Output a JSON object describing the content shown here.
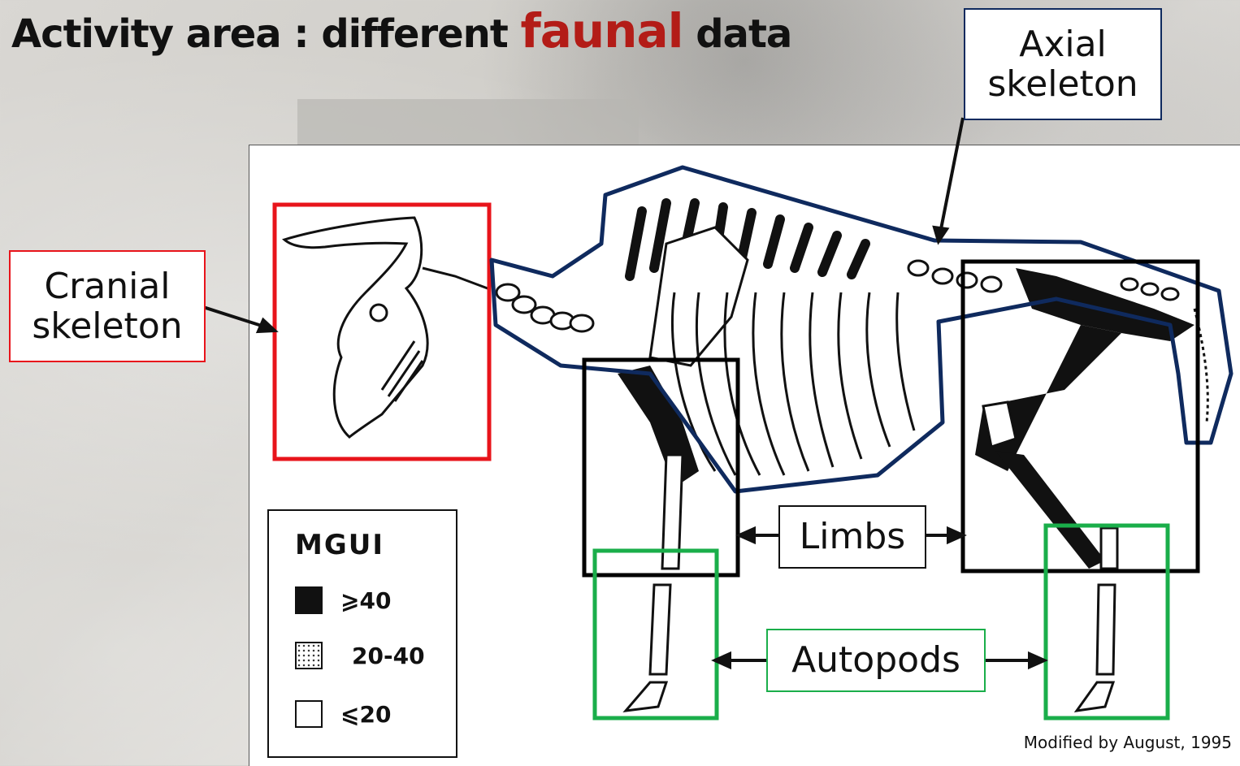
{
  "slide": {
    "title_before": "Activity area : different ",
    "title_highlight": "faunal",
    "title_after": " data",
    "highlight_color": "#b31c17"
  },
  "labels": {
    "axial": "Axial skeleton",
    "cranial": "Cranial skeleton",
    "limbs": "Limbs",
    "autopods": "Autopods"
  },
  "legend": {
    "title": "MGUI",
    "items": [
      {
        "symbol": "solid",
        "text": "⩾40"
      },
      {
        "symbol": "dotted",
        "text": "20-40"
      },
      {
        "symbol": "empty",
        "text": "⩽20"
      }
    ]
  },
  "credit": "Modified by August, 1995",
  "colors": {
    "cranial_box": "#e8141b",
    "axial_outline": "#0f2a5e",
    "limbs_box": "#000000",
    "autopods_box": "#1aae4a"
  }
}
